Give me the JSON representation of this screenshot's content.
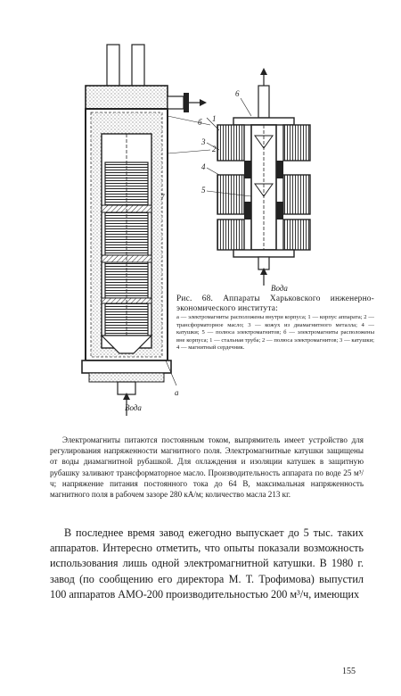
{
  "figure": {
    "water_label_bottom": "Вода",
    "water_label_right": "Вода",
    "part_labels": {
      "a": "а",
      "b": "б",
      "n1": "1",
      "n2": "2",
      "n3": "3",
      "n4": "4",
      "n5": "5",
      "n6": "6",
      "n7": "7"
    },
    "caption_title": "Рис. 68. Аппараты Харьковского инженерно-экономического института:",
    "caption_body": "а — электромагниты расположены внутри корпуса; 1 — корпус аппарата; 2 — трансформаторное масло; 3 — кожух из диамагнитного металла; 4 — катушки; 5 — полюса электромагнитов; б — электромагниты расположены вне корпуса; 1 — стальная труба; 2 — полюса электромагнитов; 3 — катушки; 4 — магнитный сердечник."
  },
  "small_paragraph": "Электромагниты питаются постоянным током, выпрямитель имеет устройство для регулирования напряженности магнитного поля. Электромагнитные катушки защищены от воды диамагнитной рубашкой. Для охлаждения и изоляции катушек в защитную рубашку заливают трансформаторное масло. Производительность аппарата по воде 25 м³/ч; напряжение питания постоянного тока до 64 В, максимальная напряженность магнитного поля в рабочем зазоре 280 кА/м; количество масла 213 кг.",
  "main_paragraph": "В последнее время завод ежегодно выпускает до 5 тыс. таких аппаратов. Интересно отметить, что опыты показали возможность использования лишь одной электромагнитной катушки. В 1980 г. завод (по сообщению его директора М. Т. Трофимова) выпустил 100 аппаратов АМО-200 производительностью 200 м³/ч, имеющих",
  "page_number": "155"
}
